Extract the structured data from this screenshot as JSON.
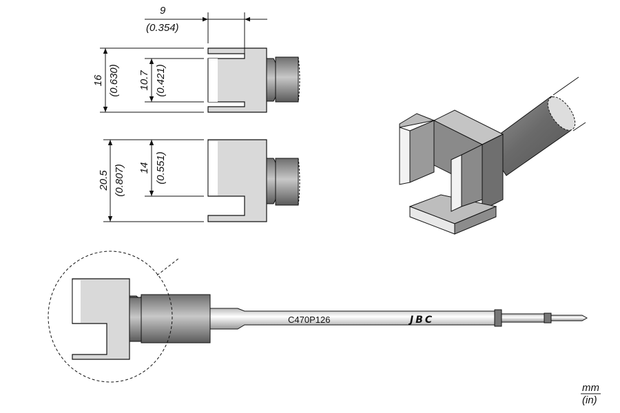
{
  "drawing": {
    "dim_width": {
      "mm": "9",
      "in": "(0.354)"
    },
    "dim_top_outer": {
      "mm": "16",
      "in": "(0.630)"
    },
    "dim_top_inner": {
      "mm": "10.7",
      "in": "(0.421)"
    },
    "dim_side_outer": {
      "mm": "20.5",
      "in": "(0.807)"
    },
    "dim_side_inner": {
      "mm": "14",
      "in": "(0.551)"
    },
    "part_number": "C470P126",
    "brand_logo": "JBC",
    "units": {
      "primary": "mm",
      "secondary": "(in)"
    }
  }
}
